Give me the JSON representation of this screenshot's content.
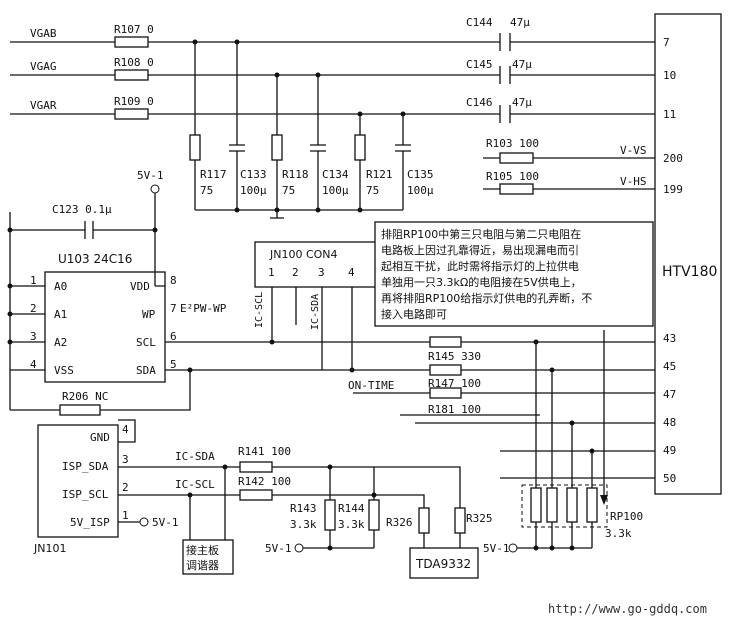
{
  "signals": {
    "vgab": "VGAB",
    "vgag": "VGAG",
    "vgar": "VGAR",
    "v_vs": "V-VS",
    "v_hs": "V-HS",
    "on_time": "ON-TIME",
    "ic_scl": "IC-SCL",
    "ic_sda": "IC-SDA",
    "ic_sda_top": "IC-SDA",
    "ic_scl_top": "IC-SCL",
    "supply_top": "5V-1",
    "supply_jn101": "5V-1",
    "supply_r143": "5V-1",
    "supply_rp100": "5V-1"
  },
  "components": {
    "r107": "R107 0",
    "r108": "R108 0",
    "r109": "R109 0",
    "c144": "C144",
    "c144_val": "47μ",
    "c145": "C145",
    "c145_val": "47μ",
    "c146": "C146",
    "c146_val": "47μ",
    "r103": "R103 100",
    "r105": "R105 100",
    "r117": "R117",
    "r117_val": "75",
    "c133": "C133",
    "c133_val": "100μ",
    "r118": "R118",
    "r118_val": "75",
    "c134": "C134",
    "c134_val": "100μ",
    "r121": "R121",
    "r121_val": "75",
    "c135": "C135",
    "c135_val": "100μ",
    "c123": "C123 0.1μ",
    "r206": "R206 NC",
    "r145": "R145 330",
    "r147": "R147 100",
    "r181": "R181 100",
    "r141": "R141 100",
    "r142": "R142 100",
    "r143": "R143",
    "r143_val": "3.3k",
    "r144": "R144",
    "r144_val": "3.3k",
    "r326": "R326",
    "r325": "R325",
    "rp100": "RP100",
    "rp100_val": "3.3k"
  },
  "u103": {
    "title": "U103 24C16",
    "pins": [
      {
        "num": "1",
        "name": "A0"
      },
      {
        "num": "2",
        "name": "A1"
      },
      {
        "num": "3",
        "name": "A2"
      },
      {
        "num": "4",
        "name": "VSS"
      },
      {
        "num": "8",
        "name": "VDD"
      },
      {
        "num": "7",
        "name": "WP"
      },
      {
        "num": "6",
        "name": "SCL"
      },
      {
        "num": "5",
        "name": "SDA"
      }
    ],
    "e2pw_label": "E²PW-WP"
  },
  "jn100": {
    "title": "JN100 CON4",
    "pins": [
      "1",
      "2",
      "3",
      "4"
    ]
  },
  "htv180": {
    "title": "HTV180",
    "pins": [
      "7",
      "10",
      "11",
      "200",
      "199",
      "43",
      "45",
      "47",
      "48",
      "49",
      "50"
    ]
  },
  "jn101": {
    "title": "JN101",
    "pins": [
      {
        "num": "4",
        "name": "GND"
      },
      {
        "num": "3",
        "name": "ISP_SDA"
      },
      {
        "num": "2",
        "name": "ISP_SCL"
      },
      {
        "num": "1",
        "name": "5V_ISP"
      }
    ]
  },
  "tda9332": "TDA9332",
  "tuner_box": {
    "line1": "接主板",
    "line2": "调谐器"
  },
  "note": {
    "lines": [
      "排阻RP100中第三只电阻与第二只电阻在",
      "电路板上因过孔靠得近，易出现漏电而引",
      "起相互干扰，此时需将指示灯的上拉供电",
      "单独用一只3.3kΩ的电阻接在5V供电上，",
      "再将排阻RP100给指示灯供电的孔弄断，不",
      "接入电路即可"
    ]
  },
  "watermark": "http://www.go-gddq.com"
}
